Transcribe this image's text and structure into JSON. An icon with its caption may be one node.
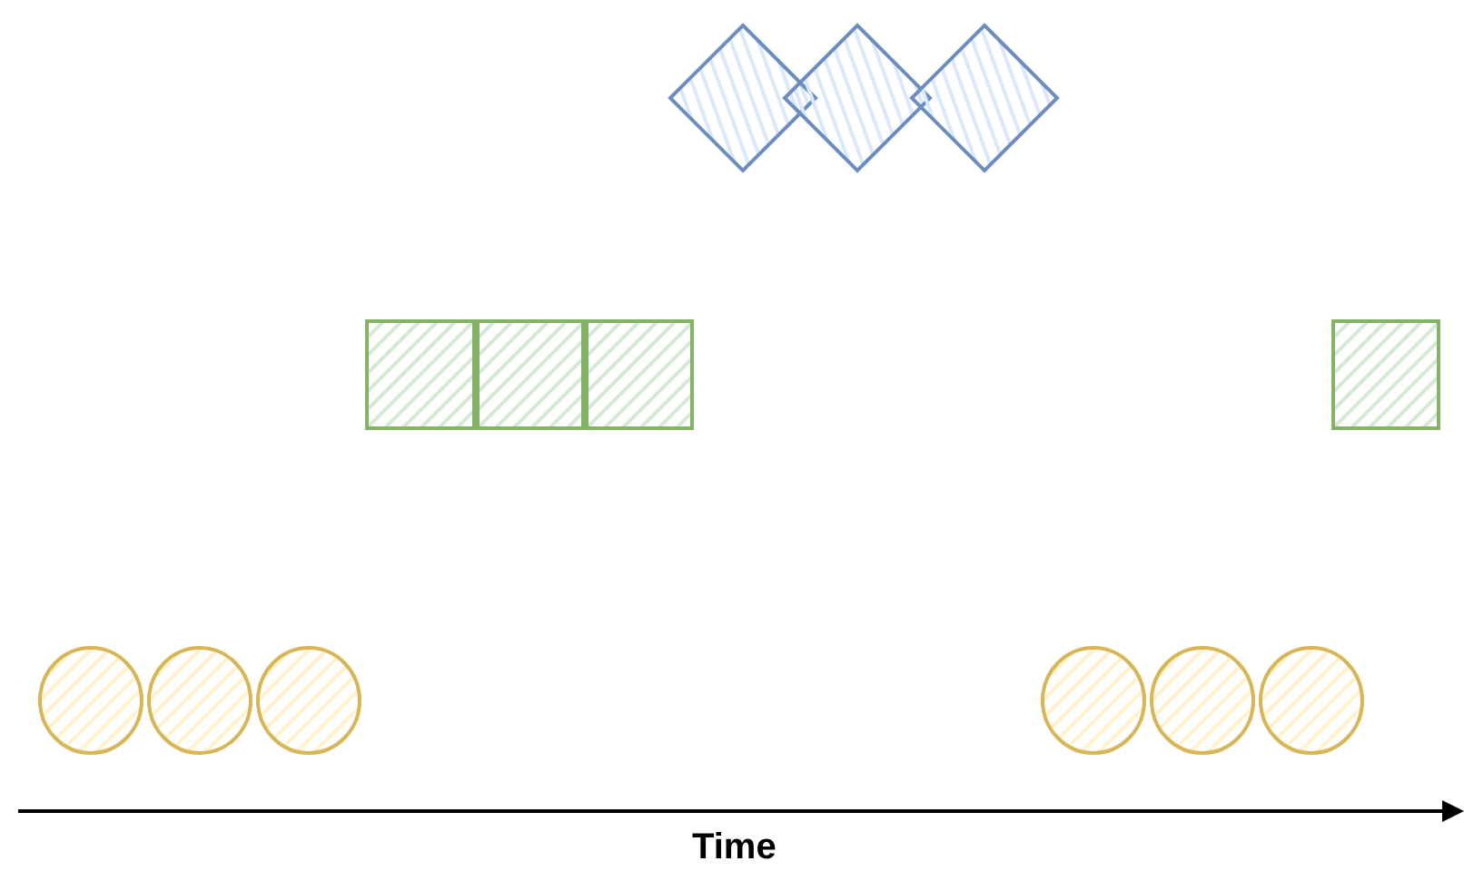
{
  "diagram": {
    "nodes": [
      {
        "text": [],
        "shape": "diamond"
      },
      {
        "text": [],
        "shape": "diamond"
      },
      {
        "text": [],
        "shape": "diamond"
      },
      {
        "text": [],
        "shape": "box"
      },
      {
        "text": [],
        "shape": "box"
      },
      {
        "text": [],
        "shape": "box"
      },
      {
        "text": [],
        "shape": "box"
      },
      {
        "text": [],
        "shape": "circle"
      },
      {
        "text": [],
        "shape": "circle"
      },
      {
        "text": [],
        "shape": "circle"
      },
      {
        "text": [],
        "shape": "circle"
      },
      {
        "text": [],
        "shape": "circle"
      },
      {
        "text": [],
        "shape": "circle"
      }
    ],
    "labels": [
      "Time"
    ]
  }
}
